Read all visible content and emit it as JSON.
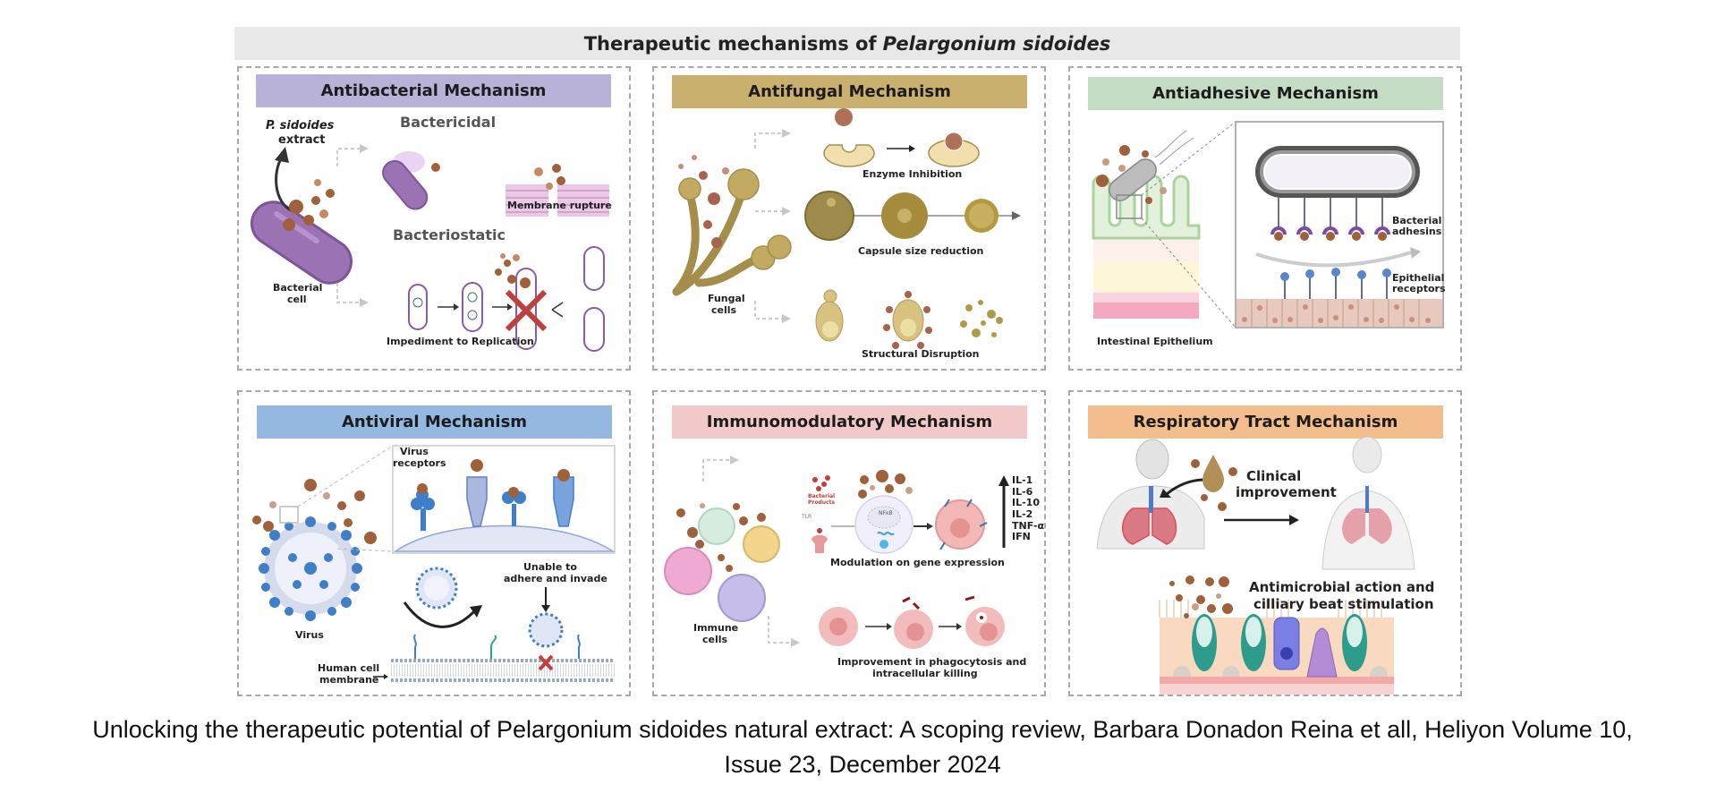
{
  "figure": {
    "title_prefix": "Therapeutic mechanisms of",
    "title_species": "Pelargonium sidoides"
  },
  "colors": {
    "title_bar": "#e8e8e8",
    "antibacterial": "#b9b2d8",
    "antifungal": "#c9b06e",
    "antiadhesive": "#c5dcc4",
    "antiviral": "#94b8e0",
    "immunomodulatory": "#f2c9c9",
    "respiratory": "#f4bd8e",
    "extract_particle": "#a0603a"
  },
  "panels": {
    "antibacterial": {
      "title": "Antibacterial Mechanism",
      "extract_label_line1": "P. sidoides",
      "extract_label_line2": "extract",
      "bacterial_cell_line1": "Bacterial",
      "bacterial_cell_line2": "cell",
      "bactericidal": "Bactericidal",
      "membrane_rupture": "Membrane rupture",
      "bacteriostatic": "Bacteriostatic",
      "impediment": "Impediment to Replication"
    },
    "antifungal": {
      "title": "Antifungal Mechanism",
      "enzyme_inhibition": "Enzyme Inhibition",
      "capsule_reduction": "Capsule size reduction",
      "structural_disruption": "Structural Disruption",
      "fungal_cells_line1": "Fungal",
      "fungal_cells_line2": "cells"
    },
    "antiadhesive": {
      "title": "Antiadhesive Mechanism",
      "bacterial_adhesins_line1": "Bacterial",
      "bacterial_adhesins_line2": "adhesins",
      "epithelial_receptors_line1": "Epithelial",
      "epithelial_receptors_line2": "receptors",
      "intestinal_epithelium": "Intestinal Epithelium"
    },
    "antiviral": {
      "title": "Antiviral Mechanism",
      "virus_receptors_line1": "Virus",
      "virus_receptors_line2": "receptors",
      "virus": "Virus",
      "unable_line1": "Unable to",
      "unable_line2": "adhere and invade",
      "membrane_line1": "Human cell",
      "membrane_line2": "membrane"
    },
    "immunomodulatory": {
      "title": "Immunomodulatory Mechanism",
      "bacterial_products_line1": "Bacterial",
      "bacterial_products_line2": "Products",
      "tlr": "TLR",
      "nfkb": "NFκB",
      "cytokines": [
        "IL-1",
        "IL-6",
        "IL-10",
        "IL-2",
        "TNF-α",
        "IFN"
      ],
      "gene_expression": "Modulation on gene expression",
      "immune_cells_line1": "Immune",
      "immune_cells_line2": "cells",
      "phagocytosis_line1": "Improvement in phagocytosis and",
      "phagocytosis_line2": "intracellular killing"
    },
    "respiratory": {
      "title": "Respiratory Tract Mechanism",
      "clinical_line1": "Clinical",
      "clinical_line2": "improvement",
      "antimicrobial_line1": "Antimicrobial action and",
      "antimicrobial_line2": "cilliary beat stimulation"
    }
  },
  "caption": {
    "line1": "Unlocking the therapeutic potential of Pelargonium sidoides natural extract: A scoping review, Barbara Donadon Reina et all, Heliyon Volume 10,",
    "line2": "Issue 23, December 2024"
  }
}
